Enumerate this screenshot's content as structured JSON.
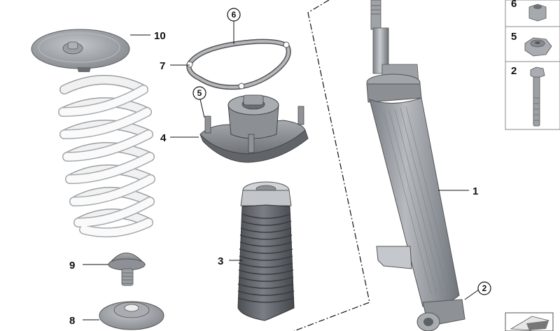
{
  "diagram": {
    "callouts": {
      "p10": "10",
      "p7": "7",
      "p6": "6",
      "p5": "5",
      "p4": "4",
      "p3": "3",
      "p9": "9",
      "p8": "8",
      "p1": "1",
      "p2": "2"
    },
    "legend": {
      "item6": "6",
      "item5": "5",
      "item2": "2"
    },
    "colors": {
      "line": "#111111",
      "part_gray": "#9a9ea3",
      "spring": "#f0f0f0",
      "boot": "#5e6166"
    }
  }
}
